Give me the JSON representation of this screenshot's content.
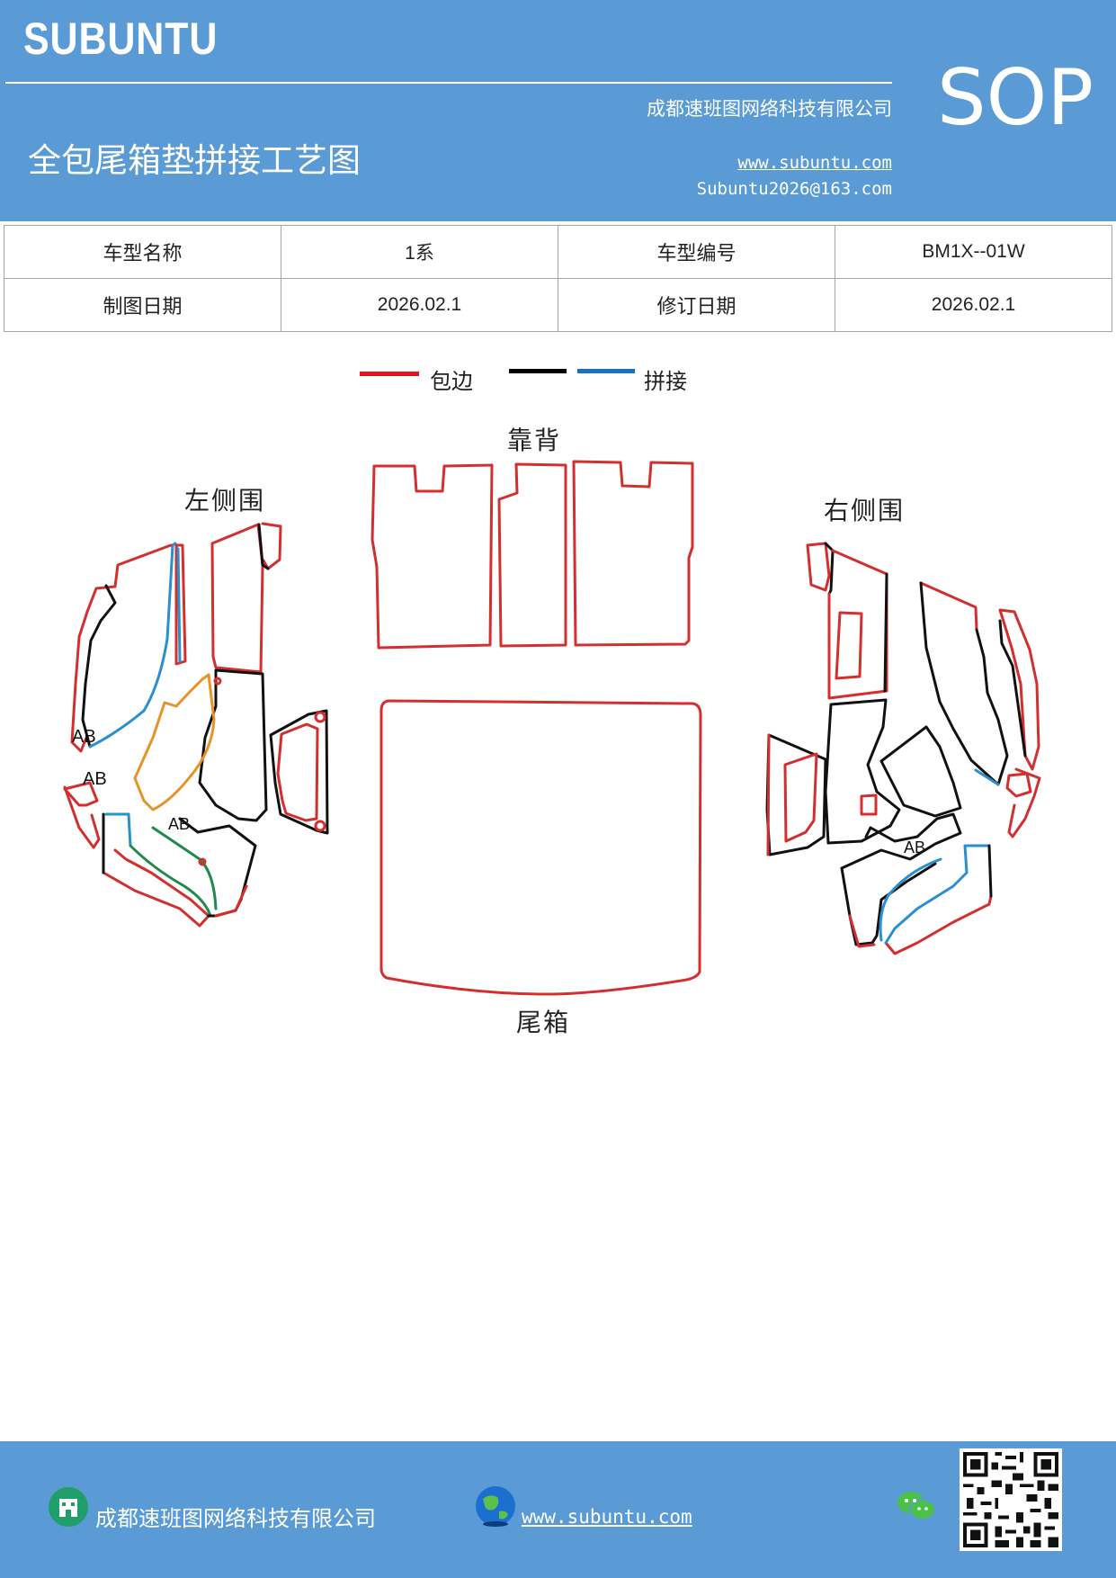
{
  "header": {
    "brand": "SUBUNTU",
    "sop": "SOP",
    "company": "成都速班图网络科技有限公司",
    "title": "全包尾箱垫拼接工艺图",
    "website": "www.subuntu.com",
    "email": "Subuntu2026@163.com"
  },
  "info_table": {
    "rows": [
      {
        "label1": "车型名称",
        "value1": "1系",
        "label2": "车型编号",
        "value2": "BM1X--01W"
      },
      {
        "label1": "制图日期",
        "value1": "2026.02.1",
        "label2": "修订日期",
        "value2": "2026.02.1"
      }
    ]
  },
  "legend": {
    "items": [
      {
        "label": "包边",
        "color": "#e8141b"
      },
      {
        "label": "",
        "color": "#000000"
      },
      {
        "label": "拼接",
        "color": "#1672c4"
      }
    ]
  },
  "parts": {
    "backrest": "靠背",
    "left_side": "左侧围",
    "right_side": "右侧围",
    "trunk": "尾箱"
  },
  "markers": {
    "ab": "AB"
  },
  "colors": {
    "header_bg": "#5b9bd5",
    "edge_red": "#d32f2f",
    "seam_black": "#111111",
    "seam_blue": "#2a8fd0",
    "seam_orange": "#e8922a",
    "seam_green": "#1f8a4c"
  },
  "footer": {
    "company": "成都速班图网络科技有限公司",
    "website": "www.subuntu.com",
    "icons": [
      "building-icon",
      "globe-icon",
      "wechat-icon",
      "qr-code"
    ]
  }
}
